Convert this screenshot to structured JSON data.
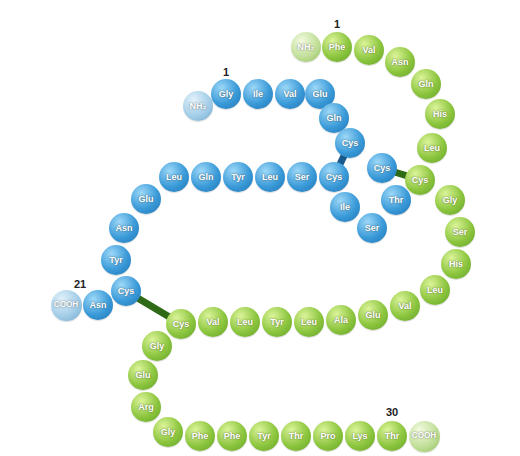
{
  "diagram": {
    "nodes": [
      {
        "text": [
          "NH₂"
        ]
      },
      {
        "text": [
          "Gly"
        ]
      },
      {
        "text": [
          "Ile"
        ]
      },
      {
        "text": [
          "Val"
        ]
      },
      {
        "text": [
          "Glu"
        ]
      },
      {
        "text": [
          "Gln"
        ]
      },
      {
        "text": [
          "Cys"
        ]
      },
      {
        "text": [
          "Cys"
        ]
      },
      {
        "text": [
          "Thr"
        ]
      },
      {
        "text": [
          "Ser"
        ]
      },
      {
        "text": [
          "Ile"
        ]
      },
      {
        "text": [
          "Cys"
        ]
      },
      {
        "text": [
          "Ser"
        ]
      },
      {
        "text": [
          "Leu"
        ]
      },
      {
        "text": [
          "Tyr"
        ]
      },
      {
        "text": [
          "Gln"
        ]
      },
      {
        "text": [
          "Leu"
        ]
      },
      {
        "text": [
          "Glu"
        ]
      },
      {
        "text": [
          "Asn"
        ]
      },
      {
        "text": [
          "Tyr"
        ]
      },
      {
        "text": [
          "Cys"
        ]
      },
      {
        "text": [
          "Asn"
        ]
      },
      {
        "text": [
          "COOH"
        ]
      },
      {
        "text": [
          "NH₂"
        ]
      },
      {
        "text": [
          "Phe"
        ]
      },
      {
        "text": [
          "Val"
        ]
      },
      {
        "text": [
          "Asn"
        ]
      },
      {
        "text": [
          "Gln"
        ]
      },
      {
        "text": [
          "His"
        ]
      },
      {
        "text": [
          "Leu"
        ]
      },
      {
        "text": [
          "Cys"
        ]
      },
      {
        "text": [
          "Gly"
        ]
      },
      {
        "text": [
          "Ser"
        ]
      },
      {
        "text": [
          "His"
        ]
      },
      {
        "text": [
          "Leu"
        ]
      },
      {
        "text": [
          "Val"
        ]
      },
      {
        "text": [
          "Glu"
        ]
      },
      {
        "text": [
          "Ala"
        ]
      },
      {
        "text": [
          "Leu"
        ]
      },
      {
        "text": [
          "Tyr"
        ]
      },
      {
        "text": [
          "Leu"
        ]
      },
      {
        "text": [
          "Val"
        ]
      },
      {
        "text": [
          "Cys"
        ]
      },
      {
        "text": [
          "Gly"
        ]
      },
      {
        "text": [
          "Glu"
        ]
      },
      {
        "text": [
          "Arg"
        ]
      },
      {
        "text": [
          "Gly"
        ]
      },
      {
        "text": [
          "Phe"
        ]
      },
      {
        "text": [
          "Phe"
        ]
      },
      {
        "text": [
          "Tyr"
        ]
      },
      {
        "text": [
          "Thr"
        ]
      },
      {
        "text": [
          "Pro"
        ]
      },
      {
        "text": [
          "Lys"
        ]
      },
      {
        "text": [
          "Thr"
        ]
      },
      {
        "text": [
          "COOH"
        ]
      }
    ],
    "edges": [
      {
        "from": 6,
        "to": 11,
        "arrow": "none"
      },
      {
        "from": 7,
        "to": 30,
        "arrow": "none"
      },
      {
        "from": 20,
        "to": 42,
        "arrow": "none"
      }
    ],
    "labels": [
      "1",
      "1",
      "21",
      "30"
    ]
  }
}
